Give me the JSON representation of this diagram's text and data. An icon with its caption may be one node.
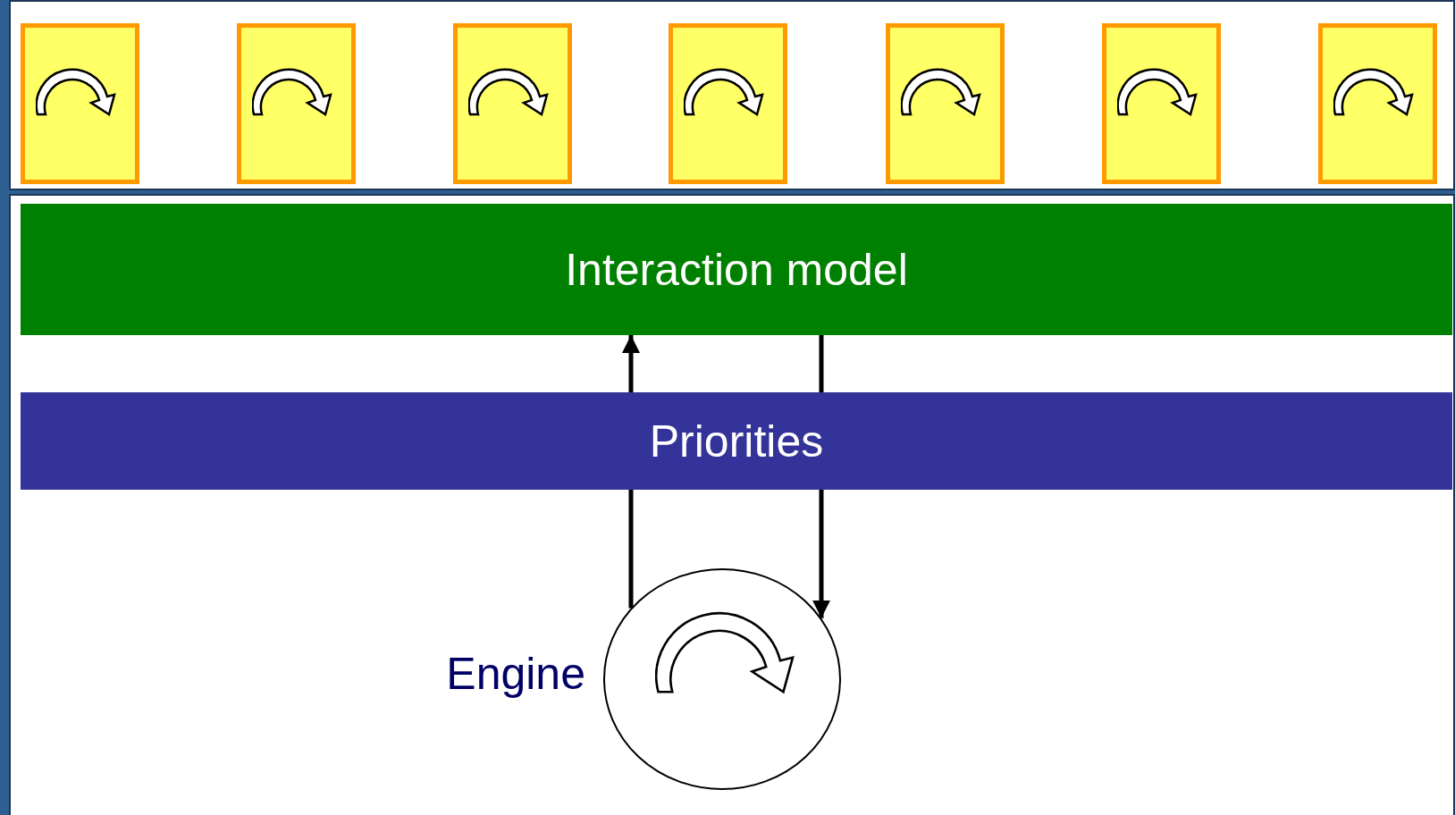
{
  "diagram": {
    "nodes": [
      {
        "text": [],
        "shape": "box"
      },
      {
        "text": [],
        "shape": "box"
      },
      {
        "text": [],
        "shape": "box"
      },
      {
        "text": [],
        "shape": "box"
      },
      {
        "text": [],
        "shape": "box"
      },
      {
        "text": [],
        "shape": "box"
      },
      {
        "text": [],
        "shape": "box"
      },
      {
        "text": [
          "Interaction model"
        ]
      },
      {
        "text": [
          "Priorities"
        ]
      },
      {
        "text": [],
        "shape": "circle",
        "beside": [
          "Engine"
        ]
      }
    ],
    "edges": [
      {
        "from": 9,
        "to": 8,
        "arrow": "none"
      },
      {
        "from": 8,
        "to": 7,
        "arrow": "to"
      },
      {
        "from": 7,
        "to": 8,
        "arrow": "none"
      },
      {
        "from": 8,
        "to": 9,
        "arrow": "to"
      }
    ]
  }
}
